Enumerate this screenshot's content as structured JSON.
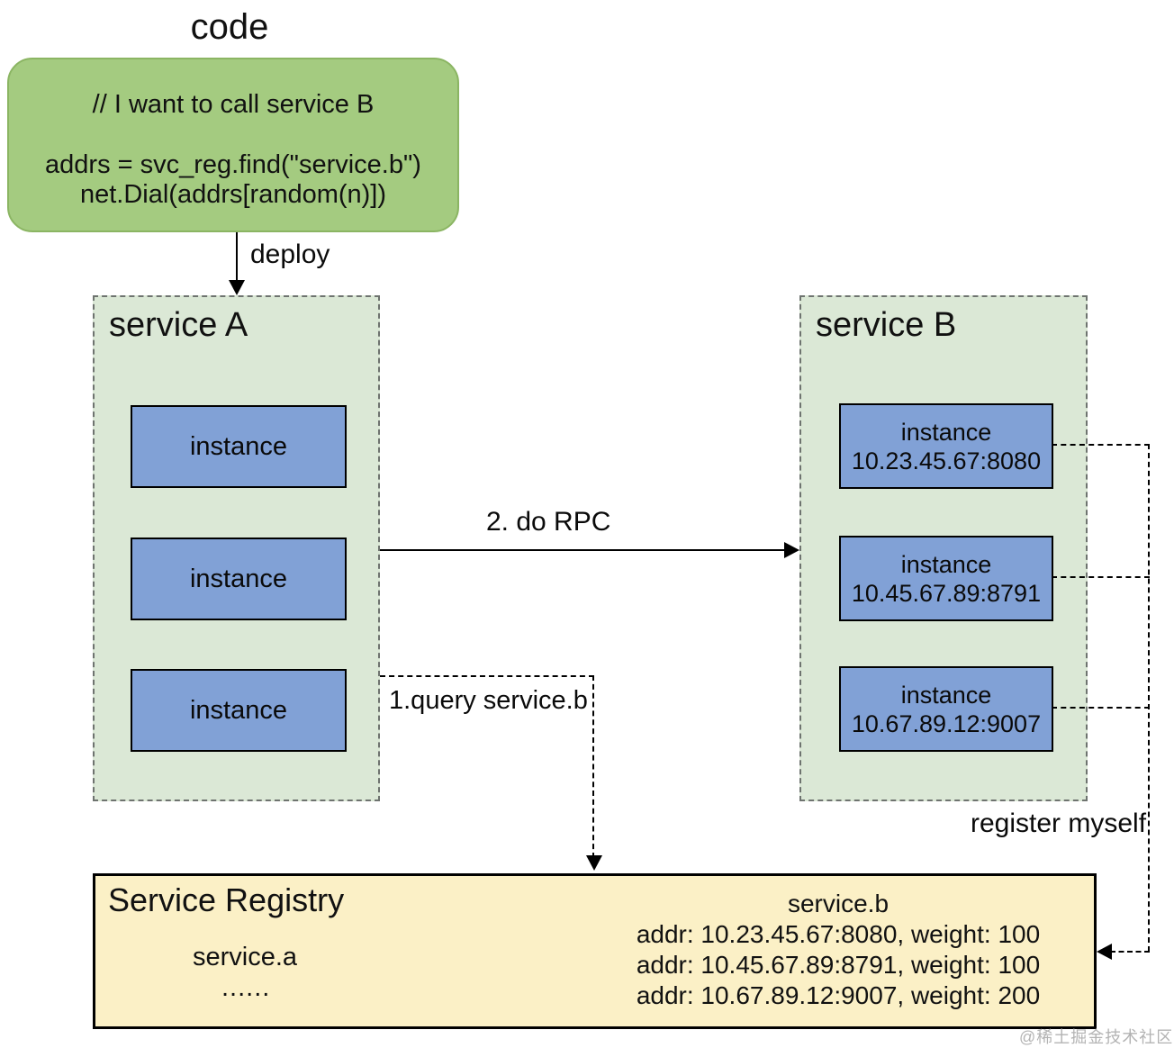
{
  "diagram_title": "code",
  "code_box": {
    "comment": "// I want to call service B",
    "code_line1": "addrs = svc_reg.find(\"service.b\")",
    "code_line2": "net.Dial(addrs[random(n)])"
  },
  "arrows": {
    "deploy_label": "deploy",
    "rpc_label": "2. do RPC",
    "query_label": "1.query service.b",
    "register_label": "register myself"
  },
  "service_a": {
    "title": "service A",
    "instances": [
      {
        "label": "instance"
      },
      {
        "label": "instance"
      },
      {
        "label": "instance"
      }
    ]
  },
  "service_b": {
    "title": "service B",
    "instances": [
      {
        "label": "instance",
        "addr": "10.23.45.67:8080"
      },
      {
        "label": "instance",
        "addr": "10.45.67.89:8791"
      },
      {
        "label": "instance",
        "addr": "10.67.89.12:9007"
      }
    ]
  },
  "registry": {
    "title": "Service Registry",
    "service_a_entry": "service.a",
    "ellipsis": "......",
    "service_b_name": "service.b",
    "service_b_entries": [
      "addr: 10.23.45.67:8080, weight: 100",
      "addr: 10.45.67.89:8791, weight: 100",
      "addr: 10.67.89.12:9007, weight: 200"
    ]
  },
  "watermark": "@稀土掘金技术社区",
  "colors": {
    "code_box_fill": "#a4cb80",
    "code_box_border": "#8bb563",
    "service_fill": "#dbe8d6",
    "instance_fill": "#81a1d6",
    "registry_fill": "#fbf0c6",
    "line_color": "#000000"
  }
}
